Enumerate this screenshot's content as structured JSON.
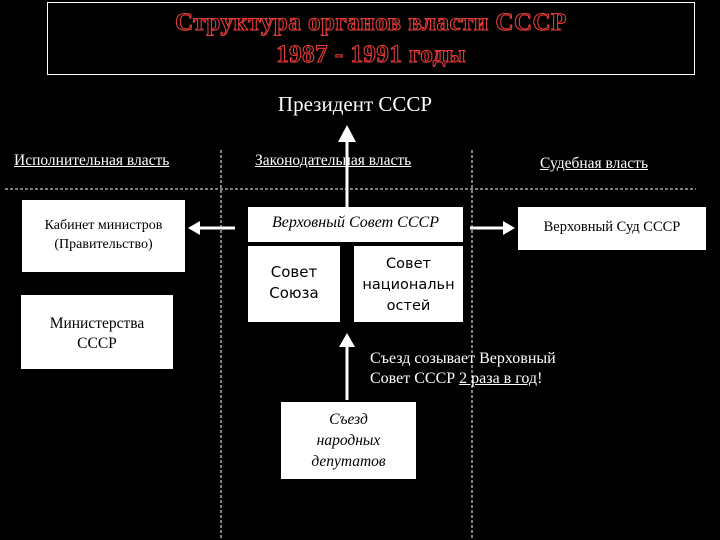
{
  "title": {
    "line1": "Структура органов власти СССР",
    "line2": "1987 - 1991 годы"
  },
  "president": "Президент СССР",
  "branches": {
    "executive": "Исполнительная власть",
    "legislative": "Законодательная власть",
    "judicial": "Судебная власть"
  },
  "executive": {
    "cabinet_line1": "Кабинет министров",
    "cabinet_line2": "(Правительство)",
    "ministries_line1": "Министерства",
    "ministries_line2": "СССР"
  },
  "legislative": {
    "supreme_soviet": "Верховный Совет СССР",
    "soviet_union_line1": "Совет",
    "soviet_union_line2": "Союза",
    "soviet_nationalities_line1": "Совет",
    "soviet_nationalities_line2": "национальн",
    "soviet_nationalities_line3": "остей"
  },
  "judicial": {
    "supreme_court": "Верховный Суд СССР"
  },
  "congress": {
    "line1": "Съезд",
    "line2": "народных",
    "line3": "депутатов"
  },
  "note": {
    "line1": "Съезд созывает Верховный",
    "line2_prefix": "Совет СССР ",
    "line2_underlined": "2 раза в год",
    "line2_suffix": "!"
  },
  "colors": {
    "background": "#000000",
    "title_outline": "#e53a3a",
    "boxes": "#ffffff"
  }
}
